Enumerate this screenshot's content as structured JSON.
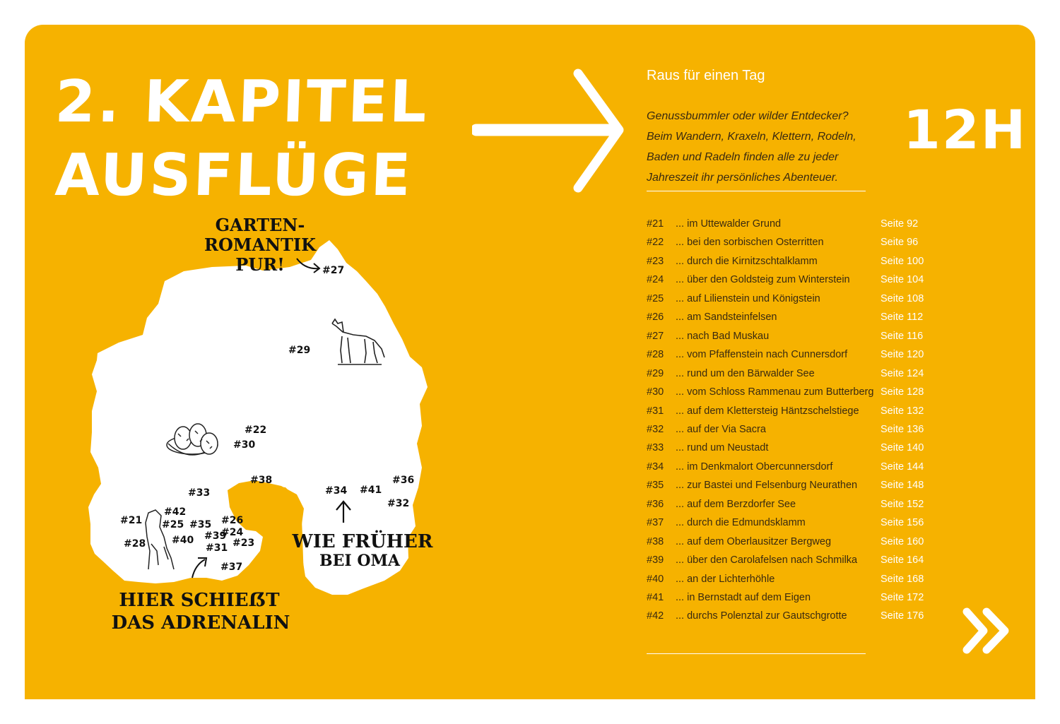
{
  "chapter": {
    "number": "2. KAPITEL",
    "title": "AUSFLÜGE"
  },
  "subtitle": "Raus für einen Tag",
  "intro_lines": [
    "Genussbummler oder wilder Entdecker?",
    "Beim Wandern, Kraxeln, Klettern, Rodeln,",
    "Baden und Radeln finden alle zu jeder",
    "Jahreszeit ihr persönliches Abenteuer."
  ],
  "duration": "12H",
  "map": {
    "captions": {
      "garten": [
        "GARTEN-",
        "ROMANTIK",
        "PUR!"
      ],
      "oma": [
        "WIE FRÜHER",
        "BEI OMA"
      ],
      "adrenalin": [
        "HIER SCHIEẞT",
        "DAS ADRENALIN"
      ]
    },
    "labels": [
      "#27",
      "#29",
      "#22",
      "#30",
      "#38",
      "#33",
      "#34",
      "#41",
      "#36",
      "#32",
      "#42",
      "#21",
      "#25",
      "#35",
      "#26",
      "#24",
      "#39",
      "#40",
      "#28",
      "#31",
      "#23",
      "#37"
    ],
    "illustrations": [
      "wolf-icon",
      "eggs-nest-icon",
      "rock-climber-icon"
    ]
  },
  "toc": [
    {
      "num": "#21",
      "text": "... im Uttewalder Grund",
      "page": "Seite  92"
    },
    {
      "num": "#22",
      "text": "... bei den sorbischen Osterritten",
      "page": "Seite 96"
    },
    {
      "num": "#23",
      "text": "... durch die Kirnitzschtalklamm",
      "page": "Seite  100"
    },
    {
      "num": "#24",
      "text": "... über den Goldsteig zum Winterstein",
      "page": "Seite  104"
    },
    {
      "num": "#25",
      "text": "... auf Lilienstein und Königstein",
      "page": "Seite  108"
    },
    {
      "num": "#26",
      "text": "... am Sandsteinfelsen",
      "page": "Seite  112"
    },
    {
      "num": "#27",
      "text": "... nach Bad Muskau",
      "page": "Seite  116"
    },
    {
      "num": "#28",
      "text": "... vom Pfaffenstein nach Cunnersdorf",
      "page": "Seite  120"
    },
    {
      "num": "#29",
      "text": "... rund um den Bärwalder See",
      "page": "Seite  124"
    },
    {
      "num": "#30",
      "text": "... vom Schloss Rammenau zum Butterberg",
      "page": "Seite  128"
    },
    {
      "num": "#31",
      "text": "... auf dem Klettersteig Häntzschelstiege",
      "page": "Seite  132"
    },
    {
      "num": "#32",
      "text": "... auf der Via Sacra",
      "page": "Seite  136"
    },
    {
      "num": "#33",
      "text": "... rund um Neustadt",
      "page": "Seite  140"
    },
    {
      "num": "#34",
      "text": "... im Denkmalort Obercunnersdorf",
      "page": "Seite  144"
    },
    {
      "num": "#35",
      "text": "... zur Bastei und Felsenburg Neurathen",
      "page": "Seite  148"
    },
    {
      "num": "#36",
      "text": "... auf dem Berzdorfer See",
      "page": "Seite  152"
    },
    {
      "num": "#37",
      "text": "... durch die Edmundsklamm",
      "page": "Seite  156"
    },
    {
      "num": "#38",
      "text": "... auf dem Oberlausitzer Bergweg",
      "page": "Seite  160"
    },
    {
      "num": "#39",
      "text": "... über den Carolafelsen nach Schmilka",
      "page": "Seite  164"
    },
    {
      "num": "#40",
      "text": "... an der Lichterhöhle",
      "page": "Seite  168"
    },
    {
      "num": "#41",
      "text": "... in Bernstadt auf dem Eigen",
      "page": "Seite  172"
    },
    {
      "num": "#42",
      "text": "... durchs Polenztal zur Gautschgrotte",
      "page": "Seite  176"
    }
  ],
  "colors": {
    "panel": "#F6B200",
    "text_dark": "#3a2a10",
    "white": "#ffffff"
  },
  "icons": {
    "arrow": "arrow-right-icon",
    "next": "double-chevron-right-icon"
  }
}
